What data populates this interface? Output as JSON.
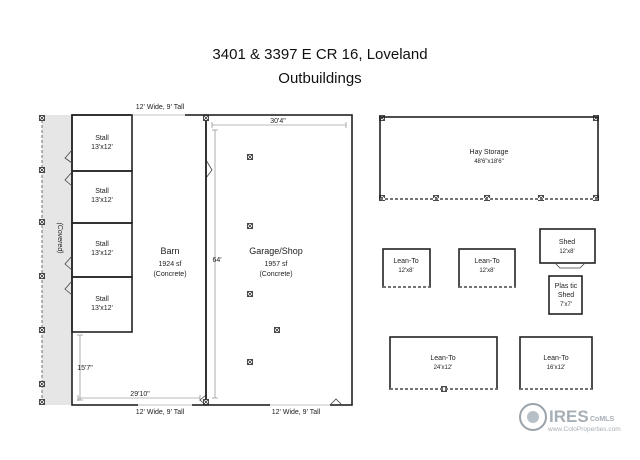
{
  "header": {
    "title": "3401 & 3397 E CR 16, Loveland",
    "subtitle": "Outbuildings"
  },
  "barn": {
    "name": "Barn",
    "area": "1924 sf",
    "floor": "(Concrete)",
    "covered": "(Covered)",
    "top_door": "12' Wide, 9' Tall",
    "bottom_door": "12' Wide, 9' Tall",
    "width_dim": "29'10\"",
    "side_dim": "15'7\"",
    "stalls": [
      {
        "name": "Stall",
        "size": "13'x12'"
      },
      {
        "name": "Stall",
        "size": "13'x12'"
      },
      {
        "name": "Stall",
        "size": "13'x12'"
      },
      {
        "name": "Stall",
        "size": "13'x12'"
      }
    ]
  },
  "garage": {
    "name": "Garage/Shop",
    "area": "1957 sf",
    "floor": "(Concrete)",
    "width_dim": "30'4\"",
    "height_dim": "64'",
    "bottom_door": "12' Wide, 9' Tall"
  },
  "hay": {
    "name": "Hay Storage",
    "size": "48'6\"x18'6\""
  },
  "lean1": {
    "name": "Lean-To",
    "size": "12'x8'"
  },
  "lean2": {
    "name": "Lean-To",
    "size": "12'x8'"
  },
  "lean3": {
    "name": "Lean-To",
    "size": "24'x12'"
  },
  "lean4": {
    "name": "Lean-To",
    "size": "16'x12'"
  },
  "shed": {
    "name": "Shed",
    "size": "12'x8'"
  },
  "plastic": {
    "name1": "Plas tic",
    "name2": "Shed",
    "size": "7'x7'"
  },
  "logo": {
    "brand": "IRES",
    "sub": "CoMLS",
    "url": "www.ColoProperties.com"
  }
}
